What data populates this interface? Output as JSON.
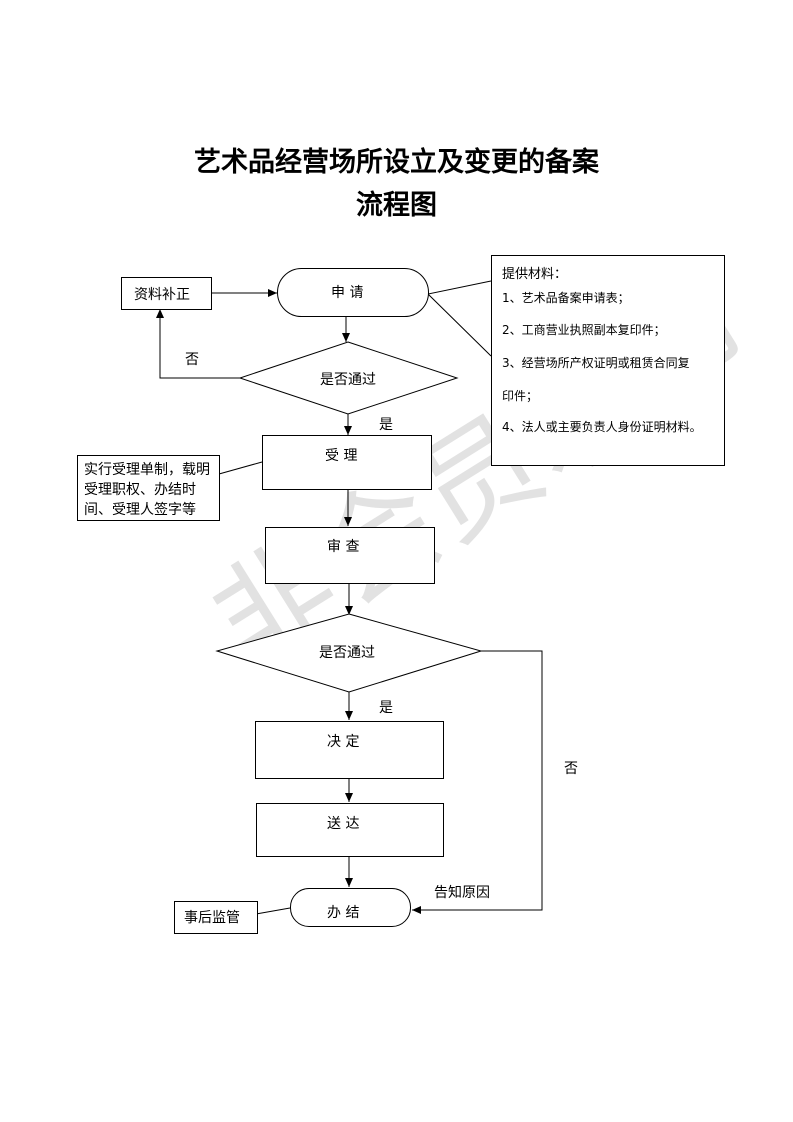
{
  "title": {
    "line1": "艺术品经营场所设立及变更的备案",
    "line2": "流程图"
  },
  "watermark": "非会员水印",
  "nodes": {
    "apply": "申  请",
    "supplement": "资料补正",
    "decision1": "是否通过",
    "accept": "受  理",
    "accept_note": [
      "实行受理单制，载明",
      "受理职权、办结时",
      "间、受理人签字等"
    ],
    "review": "审  查",
    "decision2": "是否通过",
    "decide": "决  定",
    "deliver": "送  达",
    "complete": "办  结",
    "supervision": "事后监管"
  },
  "edge_labels": {
    "no1": "否",
    "yes1": "是",
    "yes2": "是",
    "no2": "否",
    "reason": "告知原因"
  },
  "materials": {
    "heading": "提供材料：",
    "items": [
      "1、艺术品备案申请表；",
      "2、工商营业执照副本复印件；",
      "3、经营场所产权证明或租赁合同复",
      "印件；",
      "4、法人或主要负责人身份证明材料。"
    ]
  }
}
